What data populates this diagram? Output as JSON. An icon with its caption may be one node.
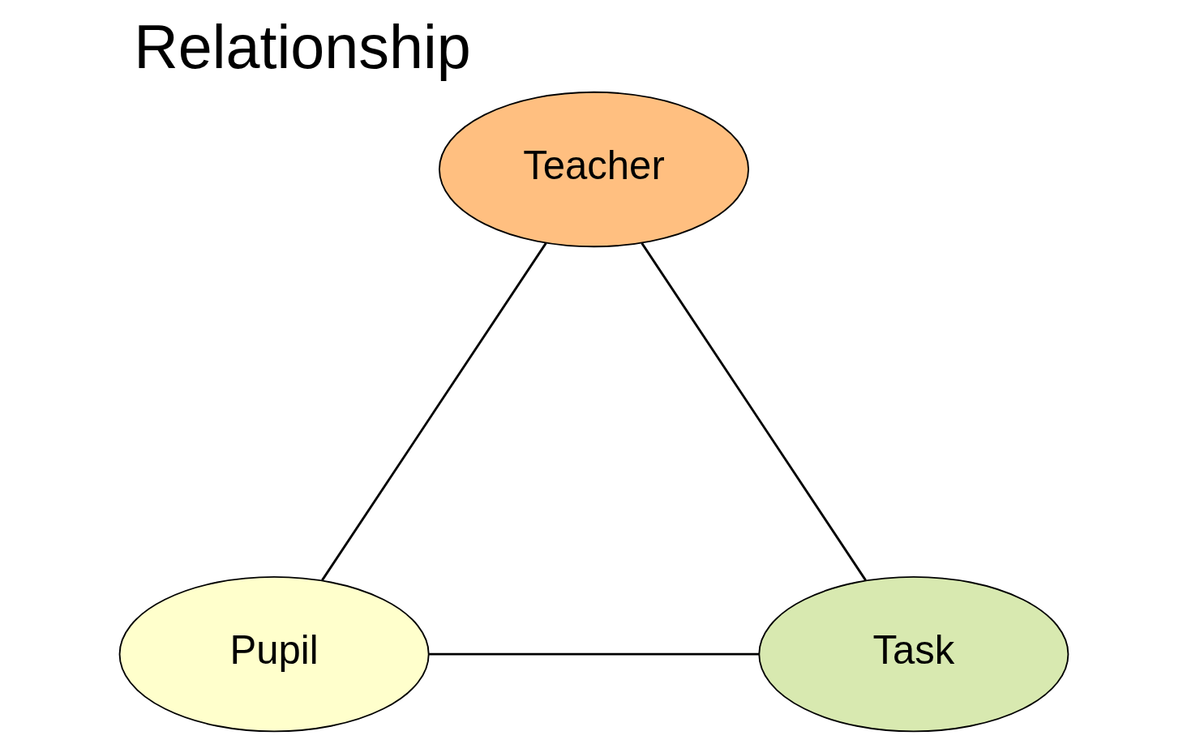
{
  "diagram": {
    "title": "Relationship",
    "nodes": [
      {
        "text": [
          "Teacher"
        ]
      },
      {
        "text": [
          "Pupil"
        ]
      },
      {
        "text": [
          "Task"
        ]
      }
    ],
    "edges": [
      {
        "from": 0,
        "to": 1,
        "arrow": "none"
      },
      {
        "from": 1,
        "to": 2,
        "arrow": "none"
      },
      {
        "from": 2,
        "to": 0,
        "arrow": "none"
      }
    ]
  }
}
